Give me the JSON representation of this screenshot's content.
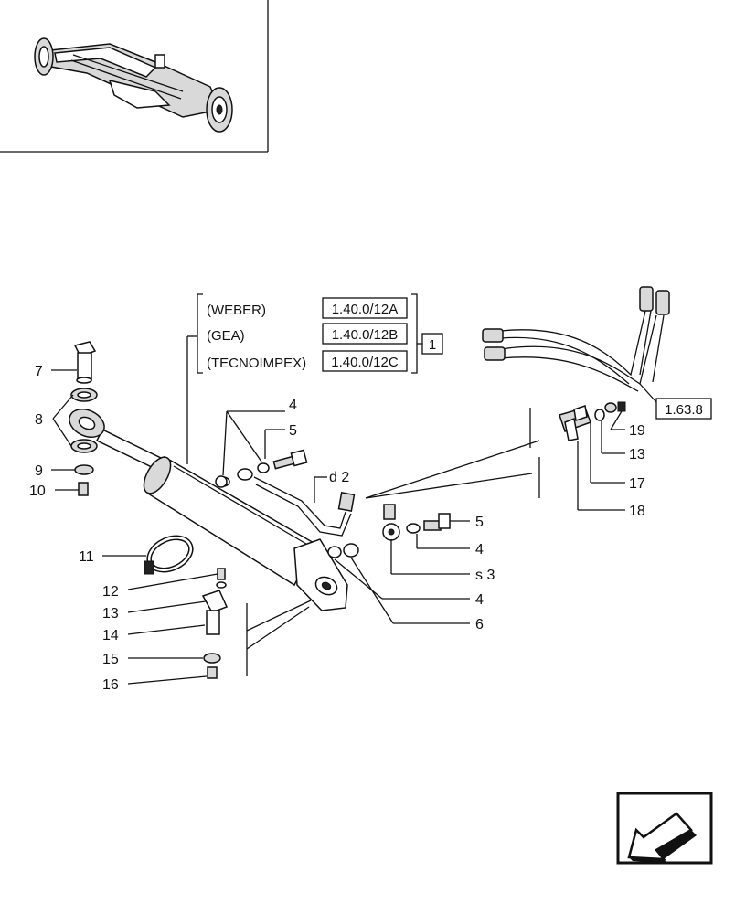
{
  "suppliers": [
    {
      "name": "(WEBER)",
      "ref": "1.40.0/12A"
    },
    {
      "name": "(GEA)",
      "ref": "1.40.0/12B"
    },
    {
      "name": "(TECNOIMPEX)",
      "ref": "1.40.0/12C"
    }
  ],
  "supplier_group_ref": "1",
  "hose_ref": "1.63.8",
  "callouts": {
    "c7": "7",
    "c8": "8",
    "c9": "9",
    "c10": "10",
    "c11": "11",
    "c12": "12",
    "c13a": "13",
    "c14": "14",
    "c15": "15",
    "c16": "16",
    "c4a": "4",
    "c5a": "5",
    "d2": "d 2",
    "c5b": "5",
    "c4b": "4",
    "s3": "s 3",
    "c4c": "4",
    "c6": "6",
    "c19": "19",
    "c13b": "13",
    "c17": "17",
    "c18": "18"
  }
}
